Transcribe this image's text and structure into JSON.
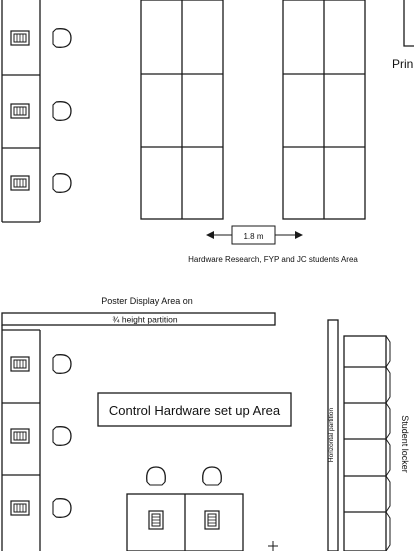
{
  "labels": {
    "printer": "Prin",
    "dimension": "1.8 m",
    "hardware_research": "Hardware Research, FYP and JC students Area",
    "poster_line1": "Poster Display Area on",
    "poster_line2": "¾ height partition",
    "control_hardware": "Control Hardware set up Area",
    "student_locker": "Student locker",
    "locker_partition": "Horizontal partition"
  }
}
